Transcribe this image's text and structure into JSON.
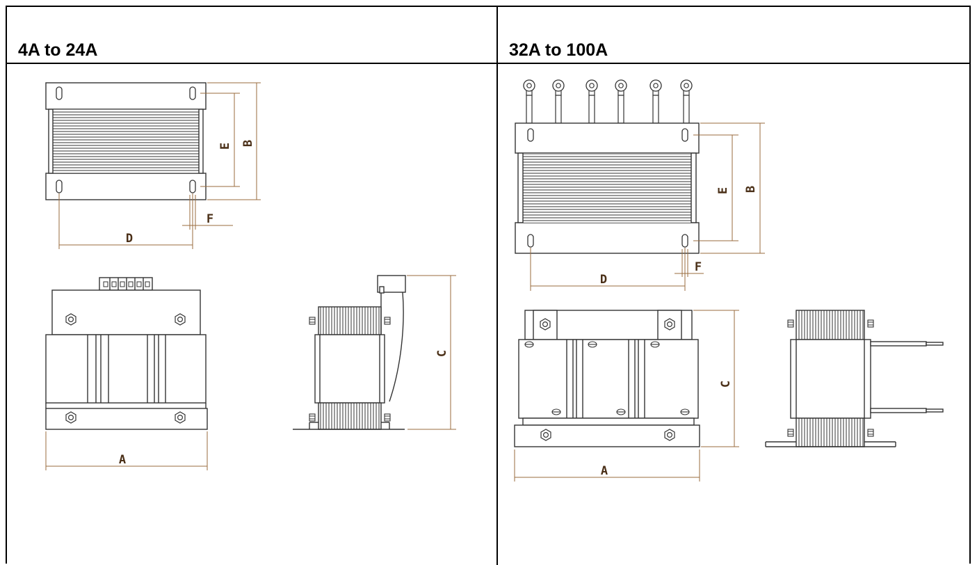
{
  "left_panel": {
    "heading": "4A to 24A"
  },
  "right_panel": {
    "heading": "32A to 100A"
  },
  "dimension_labels": {
    "a": "A",
    "b": "B",
    "c": "C",
    "d": "D",
    "e": "E",
    "f": "F"
  },
  "colors": {
    "dimension_line": "#9a6b3e",
    "dimension_text": "#4a2f17",
    "outline": "#333333"
  }
}
